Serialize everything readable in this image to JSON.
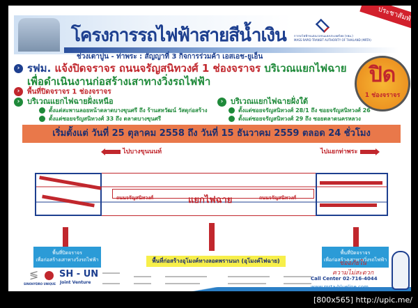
{
  "header": {
    "title": "โครงการรถไฟฟ้าสายสีน้ำเงิน",
    "subtitle": "ช่วงเตาปูน - ท่าพระ : สัญญาที่ 3 กิจการร่วมค้า เอสเอช-ยูเอ็น",
    "ribbon": "ประชาสัมพันธ์",
    "org_th": "การรถไฟฟ้าขนส่งมวลชนแห่งประเทศไทย (รฟม.)",
    "org_en": "MASS RAPID TRANSIT AUTHORITY OF THAILAND (MRTA)"
  },
  "headline": {
    "p1": "รฟม. ",
    "p2": "แจ้งปิดจราจร ถนนจรัญสนิทวงศ์ 1 ช่องจราจร ",
    "p3": "บริเวณแยกไฟฉาย",
    "line2": "เพื่อดำเนินงานก่อสร้างเสาทางวิ่งรถไฟฟ้า"
  },
  "badge": {
    "big": "ปิด",
    "small": "1 ช่องจราจร"
  },
  "closure_area": "พื้นที่ปิดจราจร 1 ช่องจราจร",
  "north": {
    "title": "บริเวณแยกไฟฉายฝั่งเหนือ",
    "items": [
      "ตั้งแต่สะพานลอยหน้าตลาดบางขุนศรี ถึง ร้านสหวัฒน์ วัสดุก่อสร้าง",
      "ตั้งแต่ซอยจรัญสนิทวงศ์ 33 ถึง ตลาดบางขุนศรี"
    ]
  },
  "south": {
    "title": "บริเวณแยกไฟฉายฝั่งใต้",
    "items": [
      "ตั้งแต่ซอยจรัญสนิทวงศ์ 28/1 ถึง ซอยจรัญสนิทวงศ์ 26",
      "ตั้งแต่ซอยจรัญสนิทวงศ์ 29 ถึง ซอยตลาดนครหลวง"
    ]
  },
  "period": "เริ่มตั้งแต่ วันที่ 25 ตุลาคม 2558 ถึง วันที่ 15 ธันวาคม 2559 ตลอด 24 ชั่วโมง",
  "map": {
    "to_left": "ไปบางขุนนนท์",
    "to_right": "ไปแยกท่าพระ",
    "junction": "แยกไฟฉาย",
    "road": "ถนนจรัญสนิทวงศ์",
    "closed_box": [
      "พื้นที่ปิดจราจร",
      "เพื่อก่อสร้างเสาทางวิ่งรถไฟฟ้า"
    ],
    "tunnel": "พื้นที่ก่อสร้างอุโมงค์ทางลอดพรานนก (อุโมงค์ไฟฉาย)"
  },
  "footer": {
    "jv": "SH - UN",
    "jv_sub": "Joint Venture",
    "logos": "SINOHYDRO UNIQUE",
    "apology": [
      "ขออภัยใน",
      "ความไม่สะดวก"
    ],
    "call": "Call Center 02-716-4044",
    "web": "www.mrta-blueline.com"
  },
  "watermark": "[800x565] http://upic.me/",
  "colors": {
    "blue": "#1d3f8f",
    "red": "#c1272d",
    "green": "#1f8a3a",
    "orange": "#e9784a"
  }
}
